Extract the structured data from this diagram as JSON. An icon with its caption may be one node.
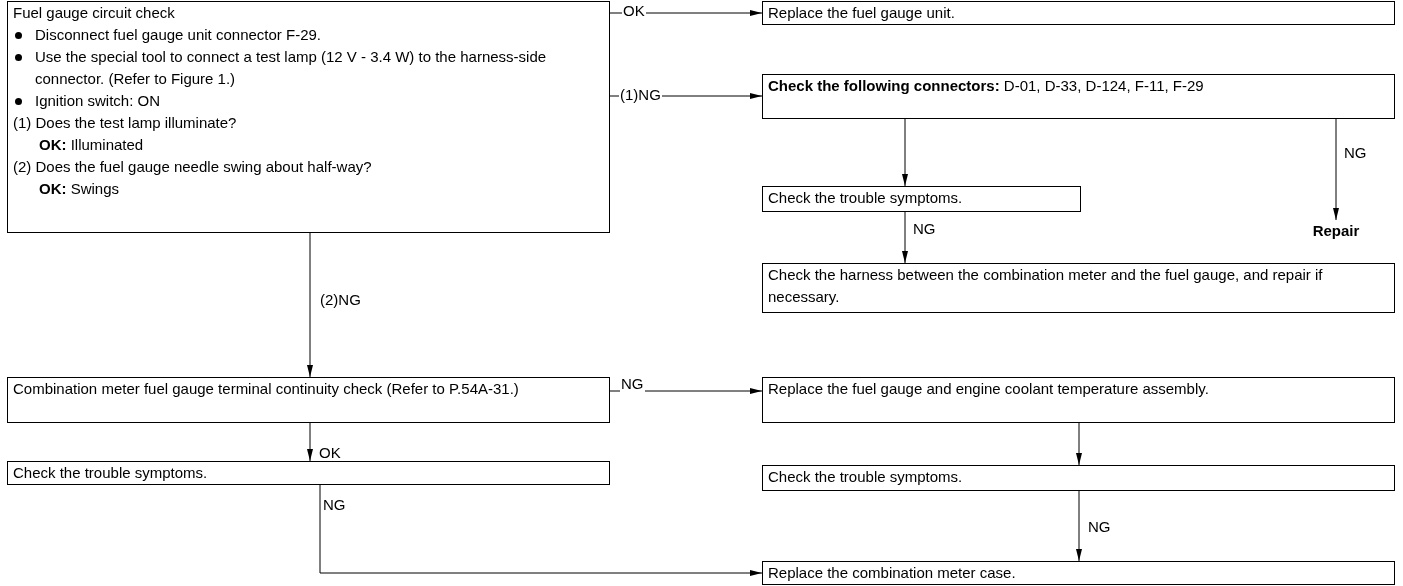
{
  "diagram": {
    "nodes": [
      {
        "text": [
          "Fuel gauge circuit check",
          "Disconnect fuel gauge unit connector F-29.",
          "Use the special tool to connect a test lamp (12 V - 3.4 W) to the harness-side connector. (Refer to Figure 1.)",
          "Ignition switch: ON",
          "(1) Does the test lamp illuminate?",
          "**OK:** Illuminated",
          "(2) Does the fuel gauge needle swing about half-way?",
          "**OK:** Swings"
        ]
      },
      {
        "text": [
          "Replace the fuel gauge unit."
        ]
      },
      {
        "text": [
          "**Check the following connectors:** D-01, D-33, D-124, F-11, F-29"
        ]
      },
      {
        "text": [
          "Check the trouble symptoms."
        ]
      },
      {
        "text": [
          "Repair"
        ]
      },
      {
        "text": [
          "Check the harness between the combination meter and the fuel gauge, and repair if necessary."
        ]
      },
      {
        "text": [
          "Combination meter fuel gauge terminal continuity check (Refer to P.54A-31.)"
        ]
      },
      {
        "text": [
          "Replace the fuel gauge and engine coolant temperature assembly."
        ]
      },
      {
        "text": [
          "Check the trouble symptoms."
        ]
      },
      {
        "text": [
          "Check the trouble symptoms."
        ]
      },
      {
        "text": [
          "Replace the combination meter case."
        ]
      }
    ],
    "edges": [
      {
        "from": 0,
        "to": 1,
        "arrow": "to",
        "label": "OK"
      },
      {
        "from": 0,
        "to": 2,
        "arrow": "to",
        "label": "(1)NG"
      },
      {
        "from": 2,
        "to": 3,
        "arrow": "to"
      },
      {
        "from": 2,
        "to": 4,
        "arrow": "to",
        "label": "NG"
      },
      {
        "from": 3,
        "to": 5,
        "arrow": "to",
        "label": "NG"
      },
      {
        "from": 0,
        "to": 6,
        "arrow": "to",
        "label": "(2)NG"
      },
      {
        "from": 6,
        "to": 7,
        "arrow": "to",
        "label": "NG"
      },
      {
        "from": 6,
        "to": 8,
        "arrow": "to",
        "label": "OK"
      },
      {
        "from": 7,
        "to": 9,
        "arrow": "to"
      },
      {
        "from": 9,
        "to": 10,
        "arrow": "to",
        "label": "NG"
      },
      {
        "from": 8,
        "to": 10,
        "arrow": "to",
        "label": "NG"
      }
    ]
  }
}
